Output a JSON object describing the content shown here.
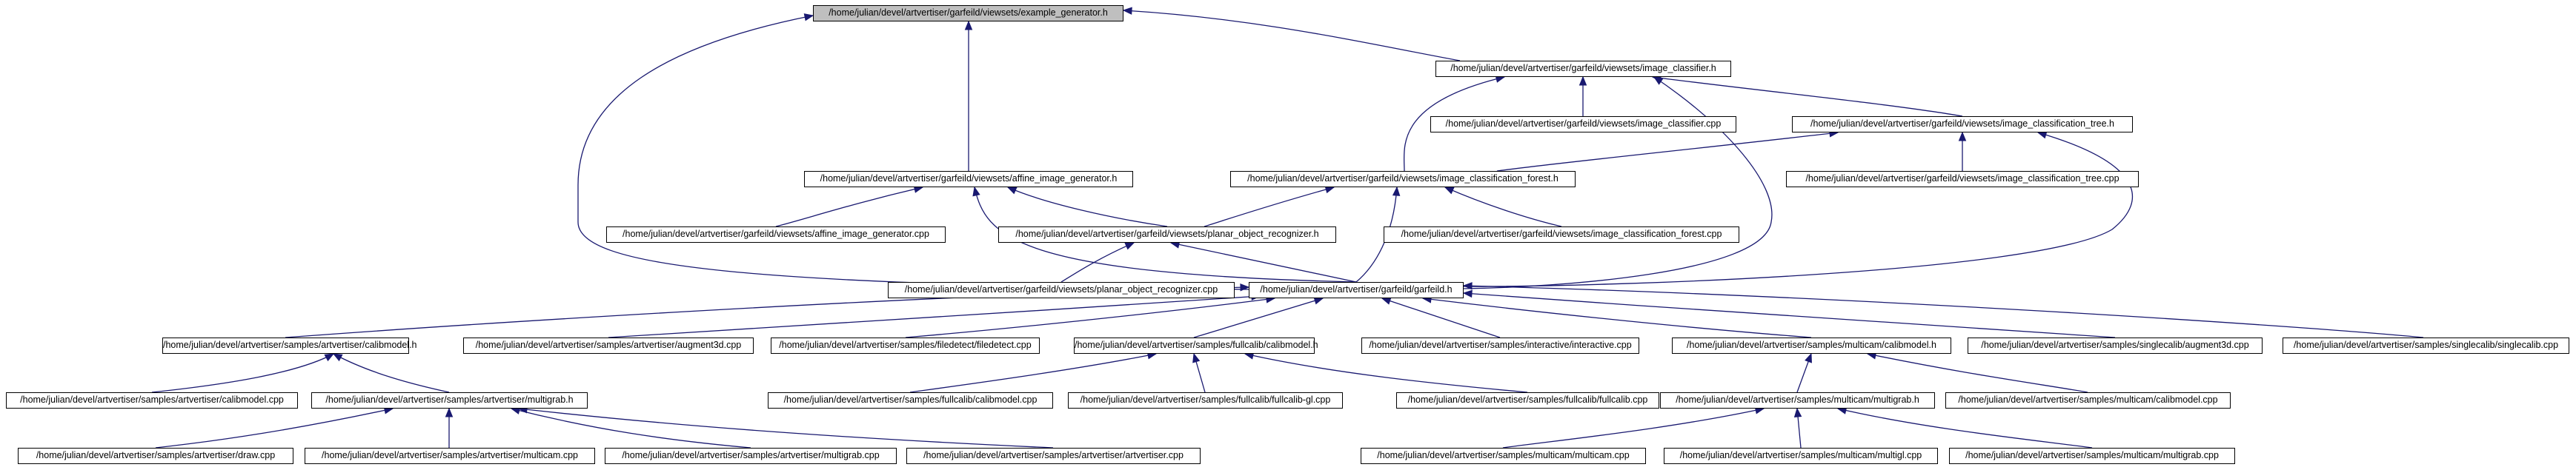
{
  "nodes": {
    "example_generator_h": "/home/julian/devel/artvertiser/garfeild/viewsets/example_generator.h",
    "image_classifier_h": "/home/julian/devel/artvertiser/garfeild/viewsets/image_classifier.h",
    "image_classifier_cpp": "/home/julian/devel/artvertiser/garfeild/viewsets/image_classifier.cpp",
    "image_classification_tree_h": "/home/julian/devel/artvertiser/garfeild/viewsets/image_classification_tree.h",
    "affine_image_generator_h": "/home/julian/devel/artvertiser/garfeild/viewsets/affine_image_generator.h",
    "image_classification_forest_h": "/home/julian/devel/artvertiser/garfeild/viewsets/image_classification_forest.h",
    "image_classification_tree_cpp": "/home/julian/devel/artvertiser/garfeild/viewsets/image_classification_tree.cpp",
    "affine_image_generator_cpp": "/home/julian/devel/artvertiser/garfeild/viewsets/affine_image_generator.cpp",
    "planar_object_recognizer_h": "/home/julian/devel/artvertiser/garfeild/viewsets/planar_object_recognizer.h",
    "image_classification_forest_cpp": "/home/julian/devel/artvertiser/garfeild/viewsets/image_classification_forest.cpp",
    "planar_object_recognizer_cpp": "/home/julian/devel/artvertiser/garfeild/viewsets/planar_object_recognizer.cpp",
    "garfeild_h": "/home/julian/devel/artvertiser/garfeild/garfeild.h",
    "av_calibmodel_h": "/home/julian/devel/artvertiser/samples/artvertiser/calibmodel.h",
    "av_augment3d_cpp": "/home/julian/devel/artvertiser/samples/artvertiser/augment3d.cpp",
    "filedetect_cpp": "/home/julian/devel/artvertiser/samples/filedetect/filedetect.cpp",
    "fc_calibmodel_h": "/home/julian/devel/artvertiser/samples/fullcalib/calibmodel.h",
    "interactive_cpp": "/home/julian/devel/artvertiser/samples/interactive/interactive.cpp",
    "mc_calibmodel_h": "/home/julian/devel/artvertiser/samples/multicam/calibmodel.h",
    "sc_augment3d_cpp": "/home/julian/devel/artvertiser/samples/singlecalib/augment3d.cpp",
    "singlecalib_cpp": "/home/julian/devel/artvertiser/samples/singlecalib/singlecalib.cpp",
    "av_calibmodel_cpp": "/home/julian/devel/artvertiser/samples/artvertiser/calibmodel.cpp",
    "av_multigrab_h": "/home/julian/devel/artvertiser/samples/artvertiser/multigrab.h",
    "fc_calibmodel_cpp": "/home/julian/devel/artvertiser/samples/fullcalib/calibmodel.cpp",
    "fullcalib_gl_cpp": "/home/julian/devel/artvertiser/samples/fullcalib/fullcalib-gl.cpp",
    "fullcalib_cpp": "/home/julian/devel/artvertiser/samples/fullcalib/fullcalib.cpp",
    "mc_multigrab_h": "/home/julian/devel/artvertiser/samples/multicam/multigrab.h",
    "mc_calibmodel_cpp": "/home/julian/devel/artvertiser/samples/multicam/calibmodel.cpp",
    "av_draw_cpp": "/home/julian/devel/artvertiser/samples/artvertiser/draw.cpp",
    "av_multicam_cpp": "/home/julian/devel/artvertiser/samples/artvertiser/multicam.cpp",
    "av_multigrab_cpp": "/home/julian/devel/artvertiser/samples/artvertiser/multigrab.cpp",
    "artvertiser_cpp": "/home/julian/devel/artvertiser/samples/artvertiser/artvertiser.cpp",
    "mc_multicam_cpp": "/home/julian/devel/artvertiser/samples/multicam/multicam.cpp",
    "multigl_cpp": "/home/julian/devel/artvertiser/samples/multicam/multigl.cpp",
    "mc_multigrab_cpp": "/home/julian/devel/artvertiser/samples/multicam/multigrab.cpp"
  },
  "colors": {
    "edge": "#191970",
    "border": "#000000",
    "root_fill": "#bfbfbf",
    "node_fill": "#ffffff"
  }
}
